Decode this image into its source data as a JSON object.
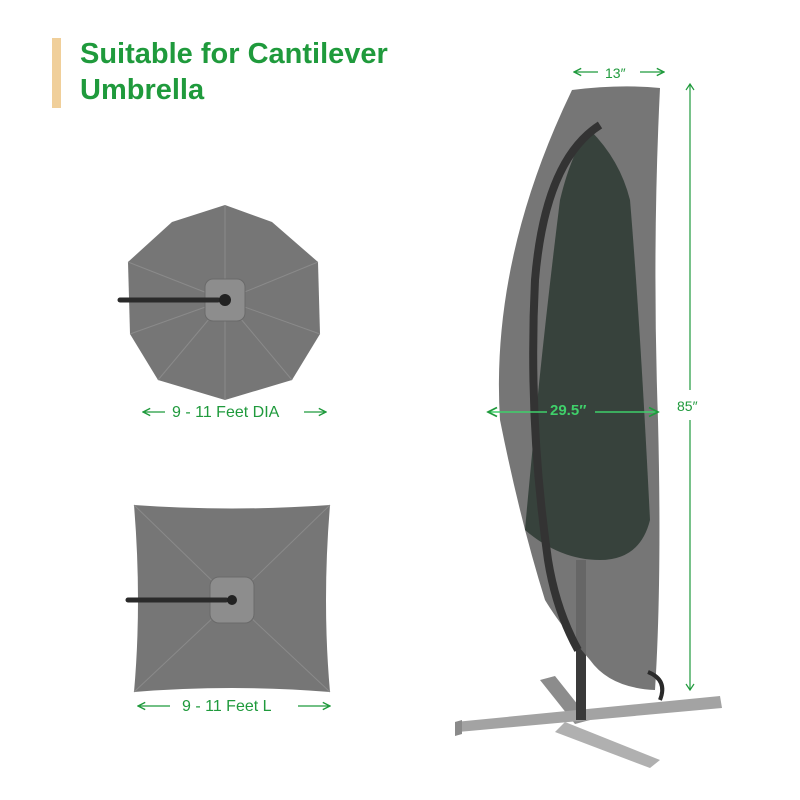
{
  "title": {
    "line1": "Suitable for Cantilever",
    "line2": "Umbrella"
  },
  "dimensions": {
    "round_label": "9 - 11 Feet DIA",
    "square_label": "9 - 11 Feet L",
    "cover_top_width": "13″",
    "cover_middle_width": "29.5″",
    "cover_height": "85″"
  },
  "colors": {
    "accent_green": "#1f9a3c",
    "accent_bar": "#f0cf9a",
    "canopy_gray": "#737373",
    "cover_gray": "#5f5f5f"
  }
}
